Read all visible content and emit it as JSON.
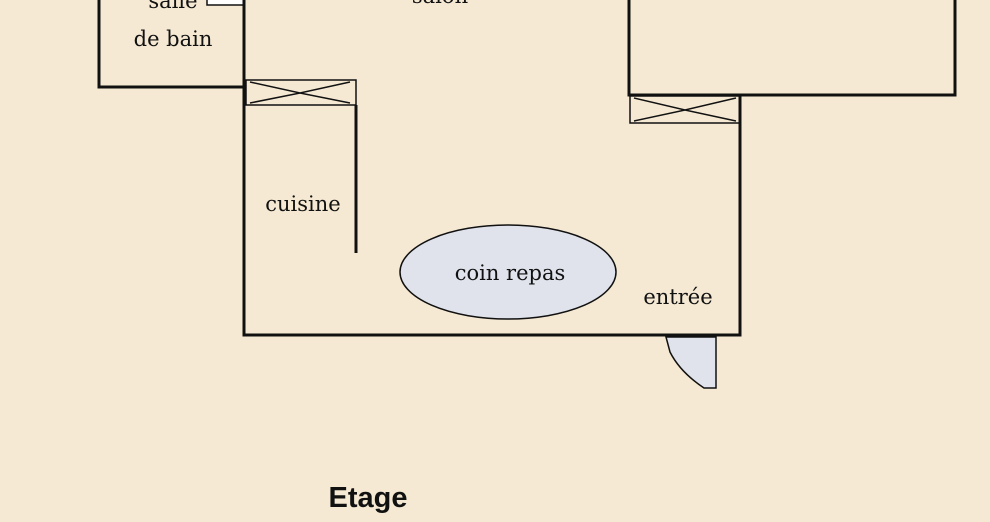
{
  "title": "Etage",
  "rooms": {
    "bathroom_line1": "salle",
    "bathroom_line2": "de bain",
    "living": "salon",
    "kitchen": "cuisine",
    "dining": "coin repas",
    "entrance": "entrée"
  },
  "colors": {
    "background": "#f5e9d3",
    "walls": "#111111",
    "furniture": "#e0e3ec"
  }
}
